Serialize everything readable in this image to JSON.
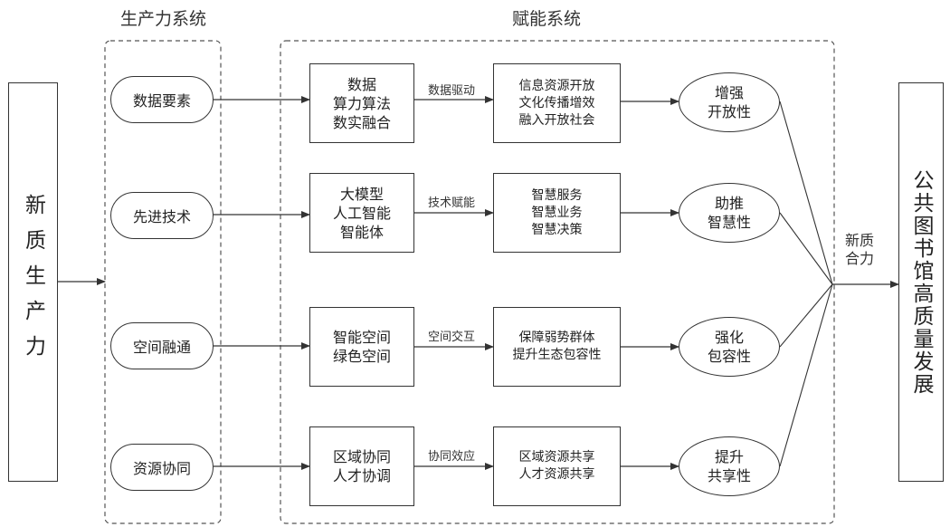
{
  "sections": {
    "production_title": "生产力系统",
    "enabling_title": "赋能系统"
  },
  "left_box": "新质生产力",
  "right_box": "公共图书馆高质量发展",
  "merge_label": "新质\n合力",
  "rows": [
    {
      "factor": "数据要素",
      "tech": "数据\n算力算法\n数实融合",
      "edge": "数据驱动",
      "effect": "信息资源开放\n文化传播增效\n融入开放社会",
      "outcome": "增强\n开放性"
    },
    {
      "factor": "先进技术",
      "tech": "大模型\n人工智能\n智能体",
      "edge": "技术赋能",
      "effect": "智慧服务\n智慧业务\n智慧决策",
      "outcome": "助推\n智慧性"
    },
    {
      "factor": "空间融通",
      "tech": "智能空间\n绿色空间",
      "edge": "空间交互",
      "effect": "保障弱势群体\n提升生态包容性",
      "outcome": "强化\n包容性"
    },
    {
      "factor": "资源协同",
      "tech": "区域协同\n人才协调",
      "edge": "协同效应",
      "effect": "区域资源共享\n人才资源共享",
      "outcome": "提升\n共享性"
    }
  ]
}
